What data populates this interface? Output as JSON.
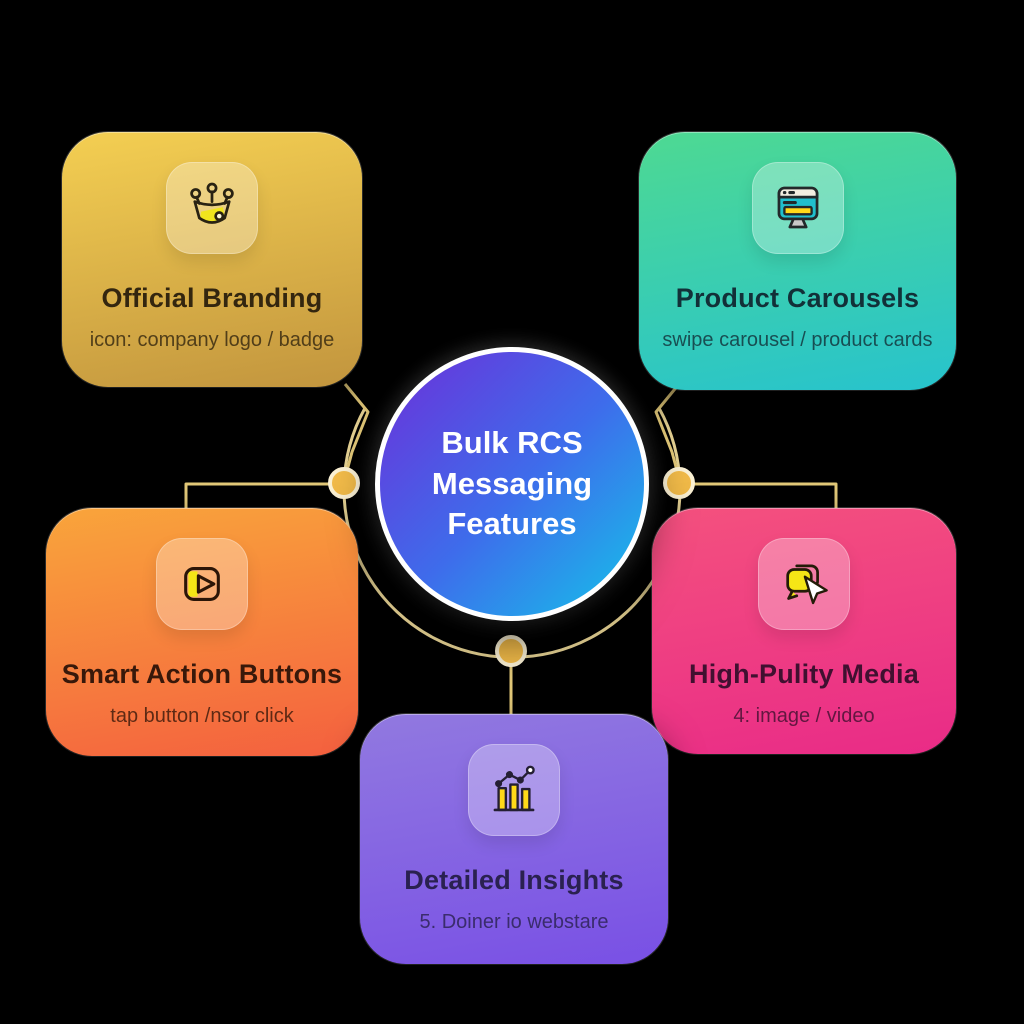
{
  "diagram": {
    "background_color": "#000000",
    "center": {
      "title": "Bulk RCS Messaging Features",
      "title_lines": [
        "Bulk RCS",
        "Messaging",
        "Features"
      ],
      "gradient": [
        "#6d2fd9",
        "#3e6ceb",
        "#14c4ea"
      ],
      "text_color": "#ffffff"
    },
    "connectors": {
      "line_color": "#e2c878",
      "ring_color": "#e6d293",
      "dot_color": "#f2bb49",
      "dot_ring_color": "#fcf2d5"
    },
    "cards": [
      {
        "id": "official-branding",
        "title": "Official Branding",
        "subtitle": "icon: company logo / badge",
        "icon": "crown-badge-icon",
        "gradient_top": "#f4cf52",
        "gradient_bottom": "#c2953e",
        "text_color": "#33260f"
      },
      {
        "id": "product-carousels",
        "title": "Product Carousels",
        "subtitle": "swipe carousel / product cards",
        "icon": "browser-monitor-icon",
        "gradient_top": "#4ed992",
        "gradient_bottom": "#27c3cd",
        "text_color": "#123038"
      },
      {
        "id": "smart-action-buttons",
        "title": "Smart Action Buttons",
        "subtitle": "tap button /nsor click",
        "icon": "play-button-icon",
        "gradient_top": "#f9a53b",
        "gradient_bottom": "#f4603f",
        "text_color": "#38180a"
      },
      {
        "id": "high-pulity-media",
        "title": "High-Pulity Media",
        "subtitle": "4: image / video",
        "icon": "cursor-click-icon",
        "gradient_top": "#f4517e",
        "gradient_bottom": "#e92b87",
        "text_color": "#401030"
      },
      {
        "id": "detailed-insights",
        "title": "Detailed Insights",
        "subtitle": "5. Doiner io webstare",
        "icon": "bar-chart-icon",
        "gradient_top": "#9179e0",
        "gradient_bottom": "#7950e5",
        "text_color": "#2a2150"
      }
    ]
  }
}
